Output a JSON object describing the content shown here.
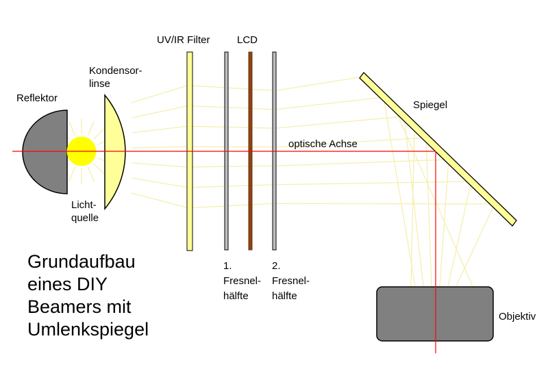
{
  "diagram": {
    "title_lines": [
      "Grundaufbau",
      "eines DIY",
      "Beamers mit",
      "Umlenkspiegel"
    ],
    "labels": {
      "reflector": "Reflektor",
      "condenser_line1": "Kondensor-",
      "condenser_line2": "linse",
      "light_source_line1": "Licht-",
      "light_source_line2": "quelle",
      "uv_ir_filter": "UV/IR Filter",
      "lcd": "LCD",
      "fresnel1_line1": "1.",
      "fresnel1_line2": "Fresnel-",
      "fresnel1_line3": "hälfte",
      "fresnel2_line1": "2.",
      "fresnel2_line2": "Fresnel-",
      "fresnel2_line3": "hälfte",
      "optical_axis": "optische Achse",
      "mirror": "Spiegel",
      "lens": "Objektiv"
    },
    "colors": {
      "light_rays": "#f5efb0",
      "sun": "#ffff00",
      "condenser": "#ffff99",
      "filter": "#ffff99",
      "lcd": "#8b4513",
      "fresnel": "#c0c0c0",
      "reflector": "#808080",
      "objective": "#808080",
      "axis": "#ff0000",
      "mirror": "#ffff99"
    }
  }
}
